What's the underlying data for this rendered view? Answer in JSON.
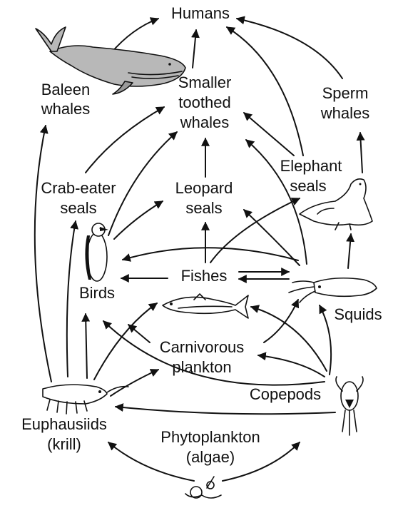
{
  "diagram": {
    "nodes": {
      "humans": "Humans",
      "baleen_1": "Baleen",
      "baleen_2": "whales",
      "smaller_1": "Smaller",
      "smaller_2": "toothed",
      "smaller_3": "whales",
      "sperm_1": "Sperm",
      "sperm_2": "whales",
      "elephant_1": "Elephant",
      "elephant_2": "seals",
      "crab_1": "Crab-eater",
      "crab_2": "seals",
      "leopard_1": "Leopard",
      "leopard_2": "seals",
      "birds": "Birds",
      "fishes": "Fishes",
      "squids": "Squids",
      "carn_1": "Carnivorous",
      "carn_2": "plankton",
      "copepods": "Copepods",
      "euph_1": "Euphausiids",
      "euph_2": "(krill)",
      "phyto_1": "Phytoplankton",
      "phyto_2": "(algae)"
    }
  }
}
